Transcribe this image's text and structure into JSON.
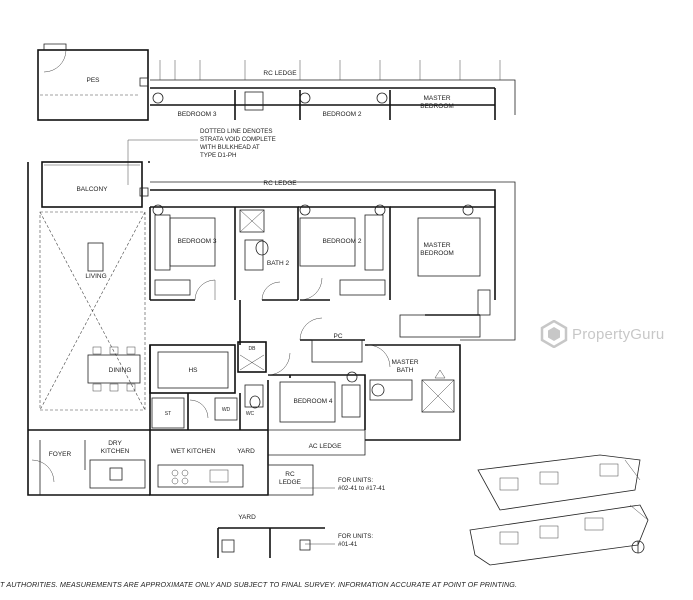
{
  "labels": {
    "pes": "PES",
    "rc_ledge_top": "RC LEDGE",
    "bedroom3_top": "BEDROOM 3",
    "bedroom2_top": "BEDROOM 2",
    "master_top_1": "MASTER",
    "master_top_2": "BEDROOM",
    "note_1": "DOTTED LINE DENOTES",
    "note_2": "STRATA VOID COMPLETE",
    "note_3": "WITH BULKHEAD AT",
    "note_4": "TYPE D1-PH",
    "balcony": "BALCONY",
    "rc_ledge": "RC LEDGE",
    "bedroom3": "BEDROOM 3",
    "bedroom2": "BEDROOM 2",
    "master_1": "MASTER",
    "master_2": "BEDROOM",
    "bath2": "BATH 2",
    "living": "LIVING",
    "dining": "DINING",
    "hs": "HS",
    "db": "DB",
    "pc": "PC",
    "master_bath_1": "MASTER",
    "master_bath_2": "BATH",
    "bedroom4": "BEDROOM 4",
    "st": "ST",
    "wd": "WD",
    "wc": "WC",
    "ac_ledge": "AC LEDGE",
    "foyer": "FOYER",
    "dry_kitchen_1": "DRY",
    "dry_kitchen_2": "KITCHEN",
    "wet_kitchen": "WET KITCHEN",
    "yard": "YARD",
    "rc_ledge_small_1": "RC",
    "rc_ledge_small_2": "LEDGE",
    "units_label_1": "FOR UNITS:",
    "units_range_1": "#02-41 to #17-41",
    "yard_lower": "YARD",
    "units_label_2": "FOR UNITS:",
    "units_range_2": "#01-41"
  },
  "watermark": {
    "brand": "PropertyGuru"
  },
  "disclaimer": "T AUTHORITIES. MEASUREMENTS ARE APPROXIMATE ONLY AND SUBJECT TO FINAL SURVEY. INFORMATION ACCURATE AT POINT OF PRINTING.",
  "colors": {
    "line": "#111111",
    "watermark": "#9a9a9a"
  }
}
